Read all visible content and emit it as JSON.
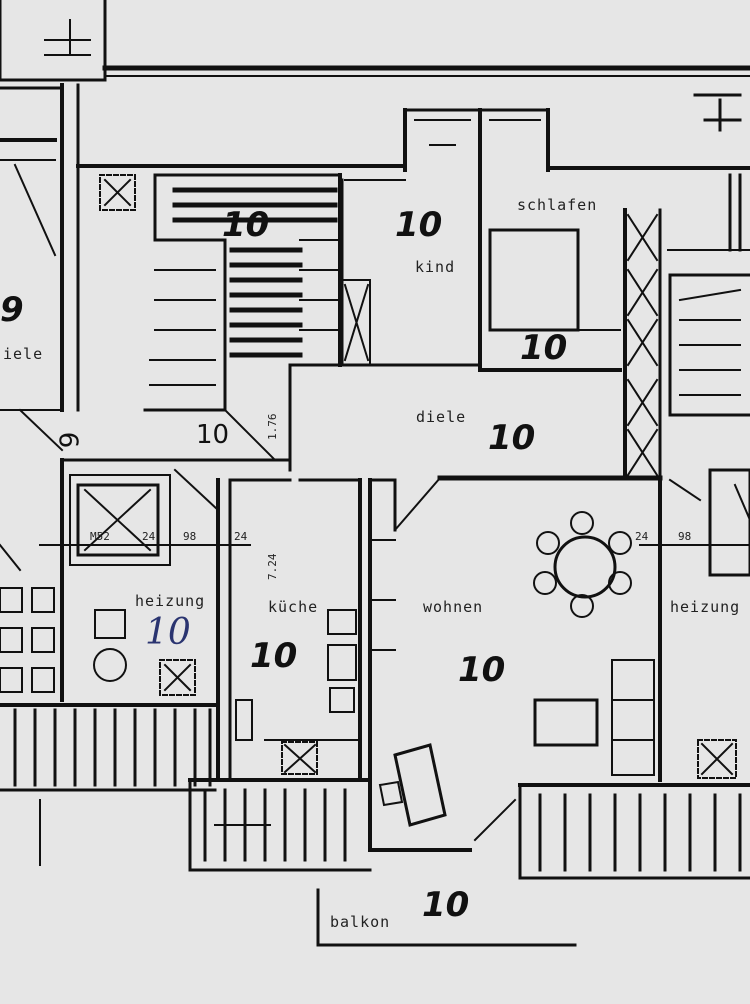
{
  "rooms": {
    "kind": "kind",
    "schlafen": "schlafen",
    "diele_top": "diele",
    "diele_left": "iele",
    "heizung_left": "heizung",
    "kueche": "küche",
    "wohnen": "wohnen",
    "heizung_right": "heizung",
    "balkon": "balkon"
  },
  "unit_marks": {
    "stair_10": "10",
    "kind_10": "10",
    "schlafen_10": "10",
    "diele_10": "10",
    "kueche_10": "10",
    "wohnen_10": "10",
    "balkon_10": "10",
    "heizung_blue_10": "10",
    "left_9": "9"
  },
  "printed_numbers": {
    "stair_num_9": "9",
    "stair_num_10": "10"
  },
  "dimensions": {
    "d_176": "1.76",
    "d_724": "7.24",
    "d_98_left": "98",
    "d_24_left": "24",
    "d_24_mid": "24",
    "d_98_right": "98",
    "d_24_right": "24",
    "d_m52": "M52"
  },
  "colors": {
    "paper": "#e6e6e6",
    "ink": "#111111",
    "blue_ink": "#2a3470"
  }
}
